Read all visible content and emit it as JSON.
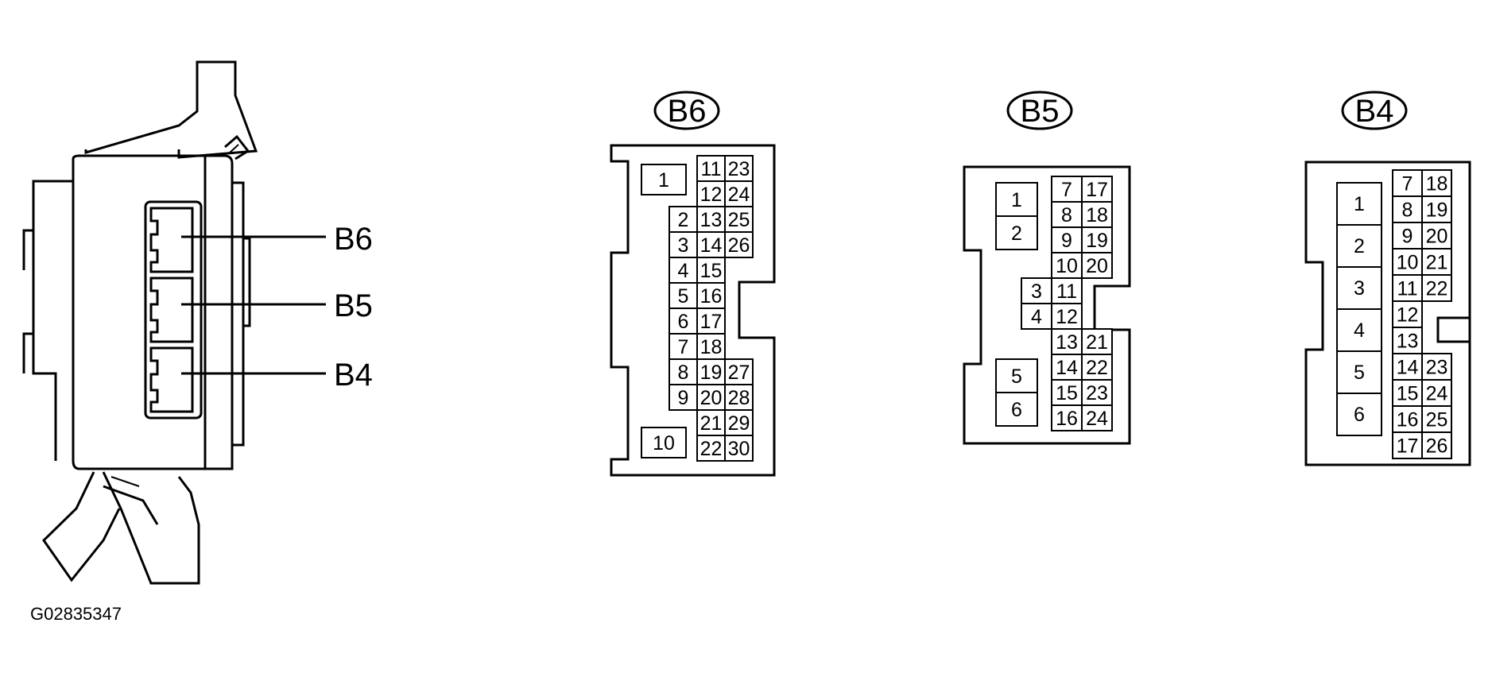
{
  "figure_id": "G02835347",
  "side_view": {
    "callouts": [
      {
        "text": "B6"
      },
      {
        "text": "B5"
      },
      {
        "text": "B4"
      }
    ]
  },
  "connectors": [
    {
      "name": "B6",
      "pins": [
        "1",
        "2",
        "3",
        "4",
        "5",
        "6",
        "7",
        "8",
        "9",
        "10",
        "11",
        "12",
        "13",
        "14",
        "15",
        "16",
        "17",
        "18",
        "19",
        "20",
        "21",
        "22",
        "23",
        "24",
        "25",
        "26",
        "27",
        "28",
        "29",
        "30"
      ]
    },
    {
      "name": "B5",
      "pins": [
        "1",
        "2",
        "3",
        "4",
        "5",
        "6",
        "7",
        "8",
        "9",
        "10",
        "11",
        "12",
        "13",
        "14",
        "15",
        "16",
        "17",
        "18",
        "19",
        "20",
        "21",
        "22",
        "23",
        "24"
      ]
    },
    {
      "name": "B4",
      "pins": [
        "1",
        "2",
        "3",
        "4",
        "5",
        "6",
        "7",
        "8",
        "9",
        "10",
        "11",
        "12",
        "13",
        "14",
        "15",
        "16",
        "17",
        "18",
        "19",
        "20",
        "21",
        "22",
        "23",
        "24",
        "25",
        "26"
      ]
    }
  ]
}
